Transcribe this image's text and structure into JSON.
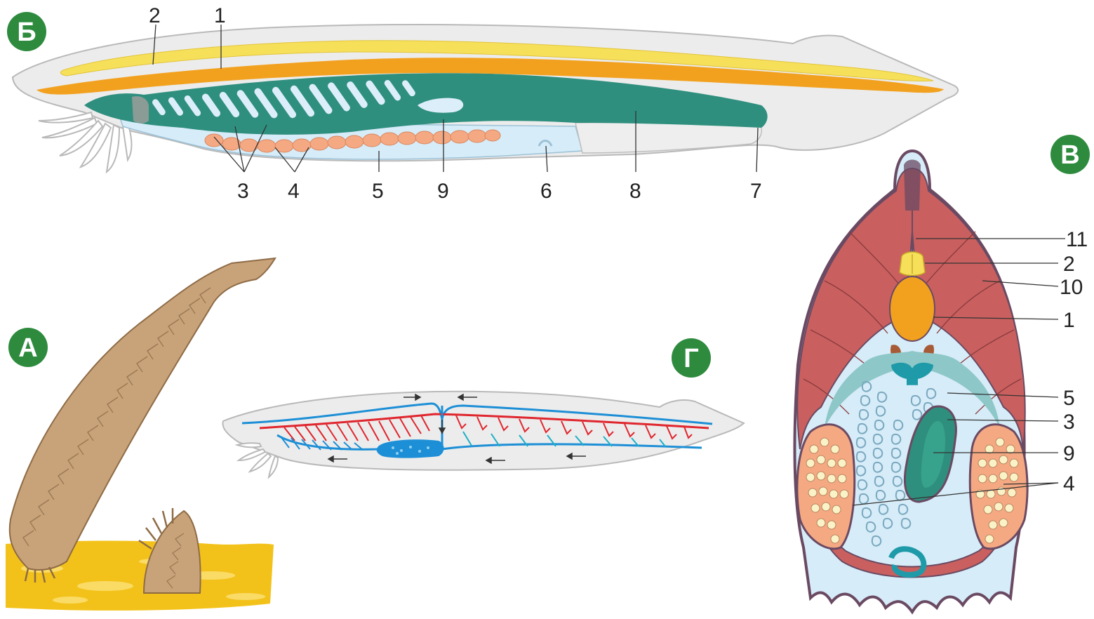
{
  "panels": {
    "A": {
      "letter": "А"
    },
    "B": {
      "letter": "Б"
    },
    "V": {
      "letter": "В"
    },
    "G": {
      "letter": "Г"
    }
  },
  "panel_b_labels": {
    "l2": "2",
    "l1": "1",
    "l3": "3",
    "l4": "4",
    "l5": "5",
    "l9": "9",
    "l6": "6",
    "l8": "8",
    "l7": "7"
  },
  "panel_v_labels": {
    "l11": "11",
    "l2": "2",
    "l10": "10",
    "l1": "1",
    "l5": "5",
    "l3": "3",
    "l9": "9",
    "l4": "4"
  },
  "colors": {
    "badge": "#2e8b3e",
    "notochord": "#f2a11f",
    "neural_tube": "#f6e05a",
    "pharynx": "#2f8f7e",
    "gonads": "#f5a983",
    "atrium": "#d6ecf8",
    "muscle": "#c9605f",
    "body_outline": "#e6e6e6",
    "artery": "#e0262e",
    "vein": "#1d8fd6",
    "sand": "#f3c21a",
    "lancelet_body": "#c8a37a"
  },
  "icons": {
    "arrow": "flow-arrow-icon"
  }
}
